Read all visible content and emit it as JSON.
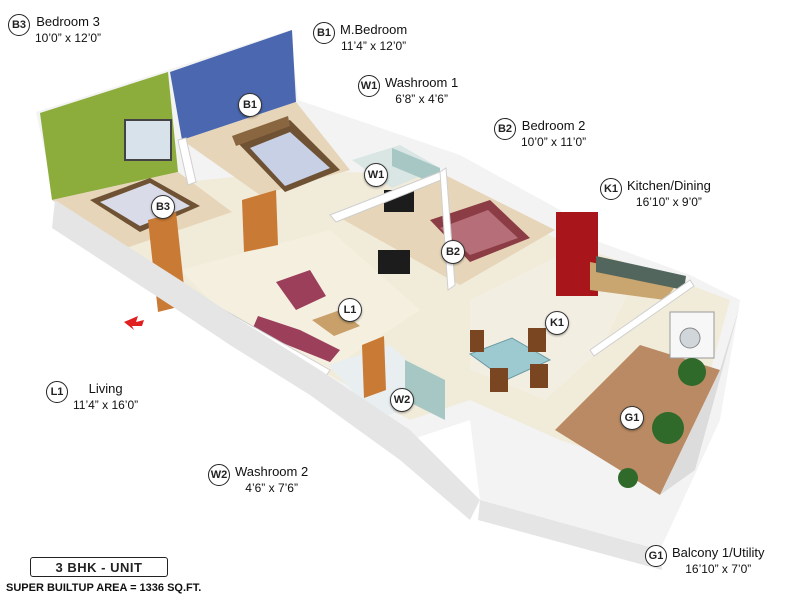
{
  "rooms": [
    {
      "code": "B3",
      "name": "Bedroom 3",
      "dims": "10’0” x 12’0”"
    },
    {
      "code": "B1",
      "name": "M.Bedroom",
      "dims": "11’4” x 12’0”"
    },
    {
      "code": "W1",
      "name": "Washroom 1",
      "dims": "6’8” x 4’6”"
    },
    {
      "code": "B2",
      "name": "Bedroom 2",
      "dims": "10’0” x 11’0”"
    },
    {
      "code": "K1",
      "name": "Kitchen/Dining",
      "dims": "16’10” x 9’0”"
    },
    {
      "code": "L1",
      "name": "Living",
      "dims": "11’4” x 16’0”"
    },
    {
      "code": "W2",
      "name": "Washroom 2",
      "dims": "4’6” x 7’6”"
    },
    {
      "code": "G1",
      "name": "Balcony 1/Utility",
      "dims": "16’10” x 7’0”"
    }
  ],
  "markers": {
    "B1": "B1",
    "W1": "W1",
    "B3": "B3",
    "B2": "B2",
    "L1": "L1",
    "K1": "K1",
    "W2": "W2",
    "G1": "G1"
  },
  "unit_label": "3 BHK - UNIT",
  "area_label": "SUPER BUILTUP AREA = 1336 SQ.FT.",
  "colors": {
    "bedroom3_wall": "#8cad3c",
    "master_wall": "#4a67b0",
    "floor": "#f1ebd9",
    "wall": "#ffffff",
    "balcony_floor": "#b98a63",
    "door": "#c97a34",
    "entry_arrow": "#e02020"
  }
}
